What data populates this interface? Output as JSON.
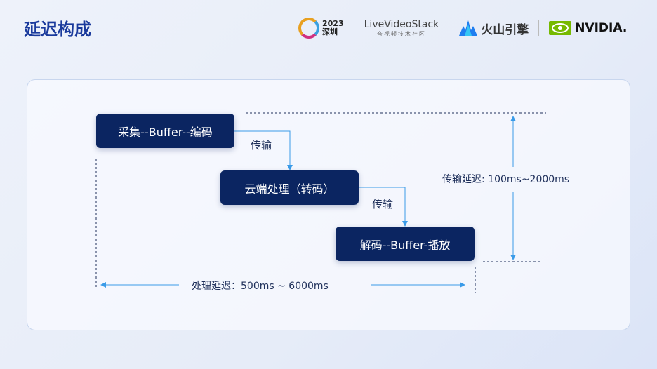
{
  "title": "延迟构成",
  "logos": {
    "event_year": "2023",
    "event_city": "深圳",
    "livevideostack": "LiveVideoStack",
    "livevideostack_sub": "音视频技术社区",
    "volcano": "火山引擎",
    "nvidia": "NVIDIA."
  },
  "diagram": {
    "boxes": [
      "采集--Buffer--编码",
      "云端处理（转码）",
      "解码--Buffer-播放"
    ],
    "transfer_label_1": "传输",
    "transfer_label_2": "传输",
    "transfer_latency": "传输延迟: 100ms~2000ms",
    "processing_latency": "处理延迟：500ms ~ 6000ms"
  },
  "colors": {
    "box": "#0b2561",
    "arrow": "#3a9be8",
    "title": "#1a3a9c"
  }
}
